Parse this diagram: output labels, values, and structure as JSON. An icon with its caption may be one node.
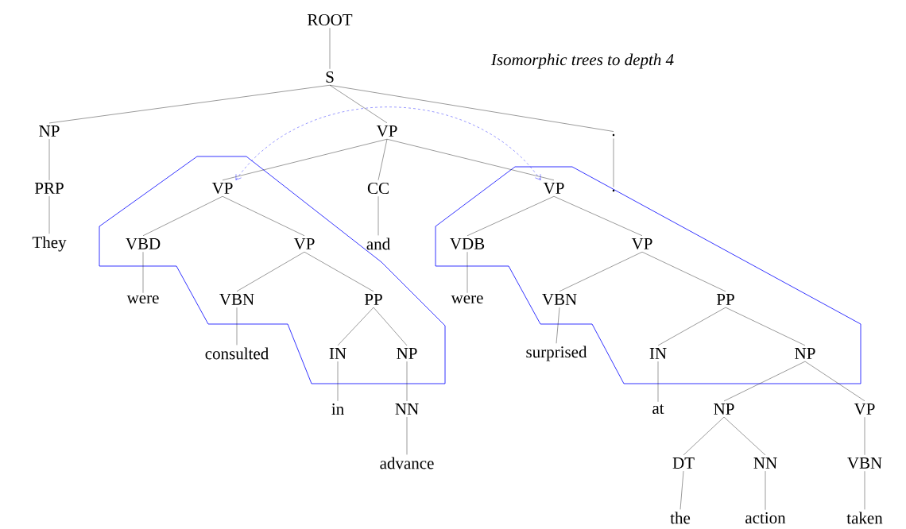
{
  "diagram": {
    "nodes": [
      {
        "text": [
          "ROOT"
        ]
      },
      {
        "text": [
          "S"
        ]
      },
      {
        "text": [
          "NP"
        ]
      },
      {
        "text": [
          "VP"
        ]
      },
      {
        "text": [
          "."
        ]
      },
      {
        "text": [
          "PRP"
        ]
      },
      {
        "text": [
          "VP"
        ]
      },
      {
        "text": [
          "CC"
        ]
      },
      {
        "text": [
          "VP"
        ]
      },
      {
        "text": [
          "."
        ]
      },
      {
        "text": [
          "They"
        ]
      },
      {
        "text": [
          "VBD"
        ]
      },
      {
        "text": [
          "VP"
        ]
      },
      {
        "text": [
          "and"
        ]
      },
      {
        "text": [
          "VDB"
        ]
      },
      {
        "text": [
          "VP"
        ]
      },
      {
        "text": [
          "were"
        ]
      },
      {
        "text": [
          "VBN"
        ]
      },
      {
        "text": [
          "PP"
        ]
      },
      {
        "text": [
          "were"
        ]
      },
      {
        "text": [
          "VBN"
        ]
      },
      {
        "text": [
          "PP"
        ]
      },
      {
        "text": [
          "consulted"
        ]
      },
      {
        "text": [
          "IN"
        ]
      },
      {
        "text": [
          "NP"
        ]
      },
      {
        "text": [
          "surprised"
        ]
      },
      {
        "text": [
          "IN"
        ]
      },
      {
        "text": [
          "NP"
        ]
      },
      {
        "text": [
          "in"
        ]
      },
      {
        "text": [
          "NN"
        ]
      },
      {
        "text": [
          "at"
        ]
      },
      {
        "text": [
          "NP"
        ]
      },
      {
        "text": [
          "VP"
        ]
      },
      {
        "text": [
          "advance"
        ]
      },
      {
        "text": [
          "DT"
        ]
      },
      {
        "text": [
          "NN"
        ]
      },
      {
        "text": [
          "VBN"
        ]
      },
      {
        "text": [
          "the"
        ]
      },
      {
        "text": [
          "action"
        ]
      },
      {
        "text": [
          "taken"
        ]
      }
    ],
    "edges": [
      {
        "from": 0,
        "to": 1,
        "arrow": "none"
      },
      {
        "from": 1,
        "to": 2,
        "arrow": "none"
      },
      {
        "from": 1,
        "to": 3,
        "arrow": "none"
      },
      {
        "from": 1,
        "to": 4,
        "arrow": "none"
      },
      {
        "from": 2,
        "to": 5,
        "arrow": "none"
      },
      {
        "from": 3,
        "to": 6,
        "arrow": "none"
      },
      {
        "from": 3,
        "to": 7,
        "arrow": "none"
      },
      {
        "from": 3,
        "to": 8,
        "arrow": "none"
      },
      {
        "from": 4,
        "to": 9,
        "arrow": "none"
      },
      {
        "from": 5,
        "to": 10,
        "arrow": "none"
      },
      {
        "from": 6,
        "to": 11,
        "arrow": "none"
      },
      {
        "from": 6,
        "to": 12,
        "arrow": "none"
      },
      {
        "from": 7,
        "to": 13,
        "arrow": "none"
      },
      {
        "from": 8,
        "to": 14,
        "arrow": "none"
      },
      {
        "from": 8,
        "to": 15,
        "arrow": "none"
      },
      {
        "from": 11,
        "to": 16,
        "arrow": "none"
      },
      {
        "from": 12,
        "to": 17,
        "arrow": "none"
      },
      {
        "from": 12,
        "to": 18,
        "arrow": "none"
      },
      {
        "from": 14,
        "to": 19,
        "arrow": "none"
      },
      {
        "from": 15,
        "to": 20,
        "arrow": "none"
      },
      {
        "from": 15,
        "to": 21,
        "arrow": "none"
      },
      {
        "from": 17,
        "to": 22,
        "arrow": "none"
      },
      {
        "from": 18,
        "to": 23,
        "arrow": "none"
      },
      {
        "from": 18,
        "to": 24,
        "arrow": "none"
      },
      {
        "from": 20,
        "to": 25,
        "arrow": "none"
      },
      {
        "from": 21,
        "to": 26,
        "arrow": "none"
      },
      {
        "from": 21,
        "to": 27,
        "arrow": "none"
      },
      {
        "from": 23,
        "to": 28,
        "arrow": "none"
      },
      {
        "from": 24,
        "to": 29,
        "arrow": "none"
      },
      {
        "from": 26,
        "to": 30,
        "arrow": "none"
      },
      {
        "from": 27,
        "to": 31,
        "arrow": "none"
      },
      {
        "from": 27,
        "to": 32,
        "arrow": "none"
      },
      {
        "from": 29,
        "to": 33,
        "arrow": "none"
      },
      {
        "from": 31,
        "to": 34,
        "arrow": "none"
      },
      {
        "from": 31,
        "to": 35,
        "arrow": "none"
      },
      {
        "from": 32,
        "to": 36,
        "arrow": "none"
      },
      {
        "from": 34,
        "to": 37,
        "arrow": "none"
      },
      {
        "from": 35,
        "to": 38,
        "arrow": "none"
      },
      {
        "from": 36,
        "to": 39,
        "arrow": "none"
      },
      {
        "from": 6,
        "to": 8,
        "arrow": "both",
        "style": "dashed",
        "color": "#0000ff"
      }
    ],
    "labels": [
      "Isomorphic trees to depth 4"
    ]
  }
}
